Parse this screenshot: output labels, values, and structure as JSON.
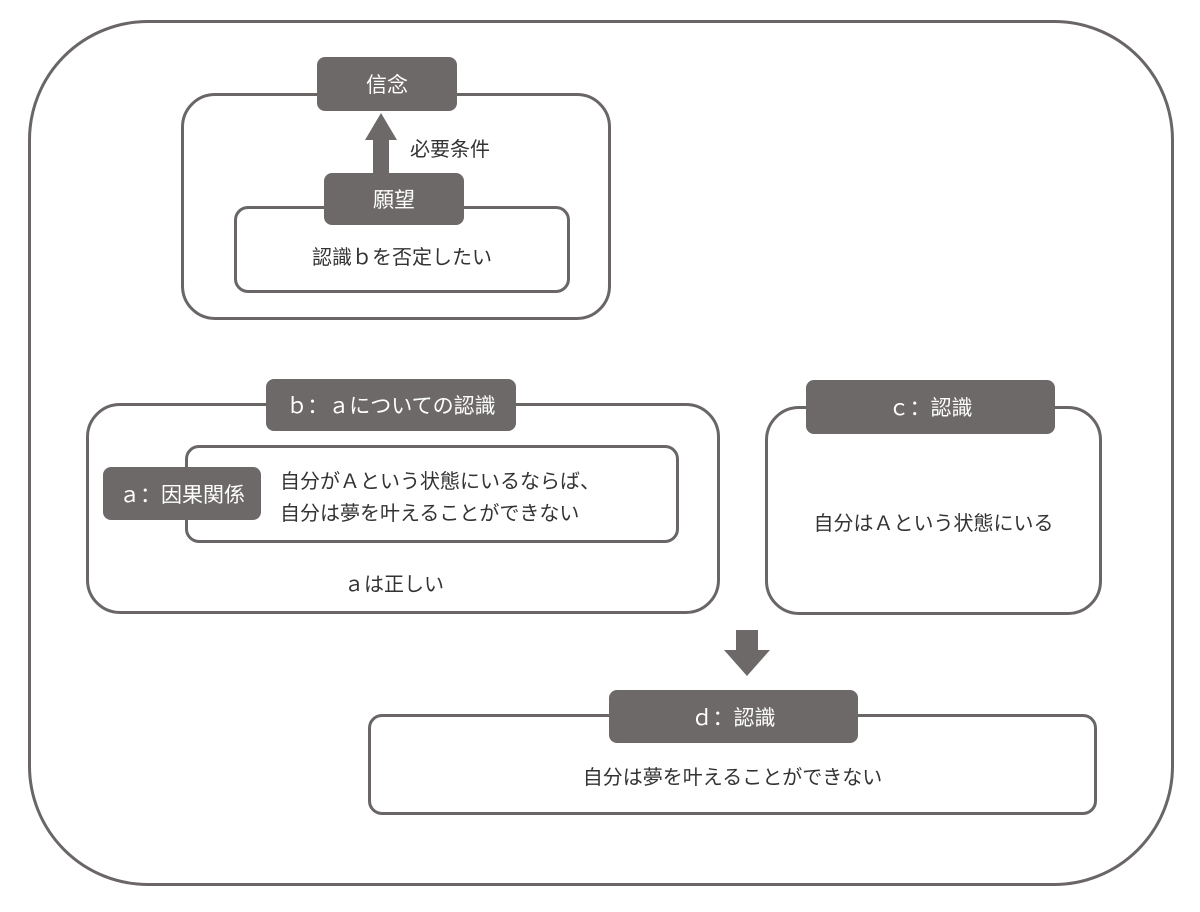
{
  "colors": {
    "border": "#6a6666",
    "tag_fill": "#6e6969",
    "tag_text": "#ffffff",
    "text": "#333333"
  },
  "belief_group": {
    "belief_tag": "信念",
    "arrow_label": "必要条件",
    "desire_tag": "願望",
    "desire_text": "認識ｂを否定したい"
  },
  "recognition_b": {
    "tag": "ｂ：ａについての認識",
    "causal_tag": "ａ：因果関係",
    "causal_line1": "自分がＡという状態にいるならば、",
    "causal_line2": "自分は夢を叶えることができない",
    "footer": "ａは正しい"
  },
  "recognition_c": {
    "tag": "ｃ：認識",
    "text": "自分はＡという状態にいる"
  },
  "recognition_d": {
    "tag": "ｄ：認識",
    "text": "自分は夢を叶えることができない"
  }
}
